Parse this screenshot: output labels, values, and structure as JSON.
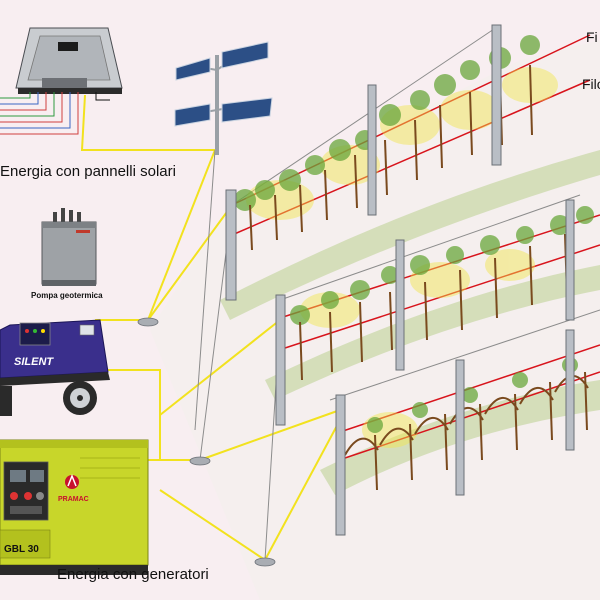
{
  "labels": {
    "solar": "Energia con pannelli solari",
    "geothermal": "Pompa geotermica",
    "generators": "Energia con generatori",
    "wire_top": "Fi",
    "wire_second": "Filo"
  },
  "devices": {
    "van_generator_text": "SILENT",
    "genset_brand": "PRAMAC",
    "genset_model": "GBL 30"
  },
  "colors": {
    "background": "#f8eef1",
    "feed_line": "#f2e21e",
    "wire_line": "#d8141c",
    "genset_body": "#c8d62a",
    "van_body": "#3a2f8c",
    "foliage": "#6aa73c",
    "grape_glow": "#f1e64a"
  }
}
